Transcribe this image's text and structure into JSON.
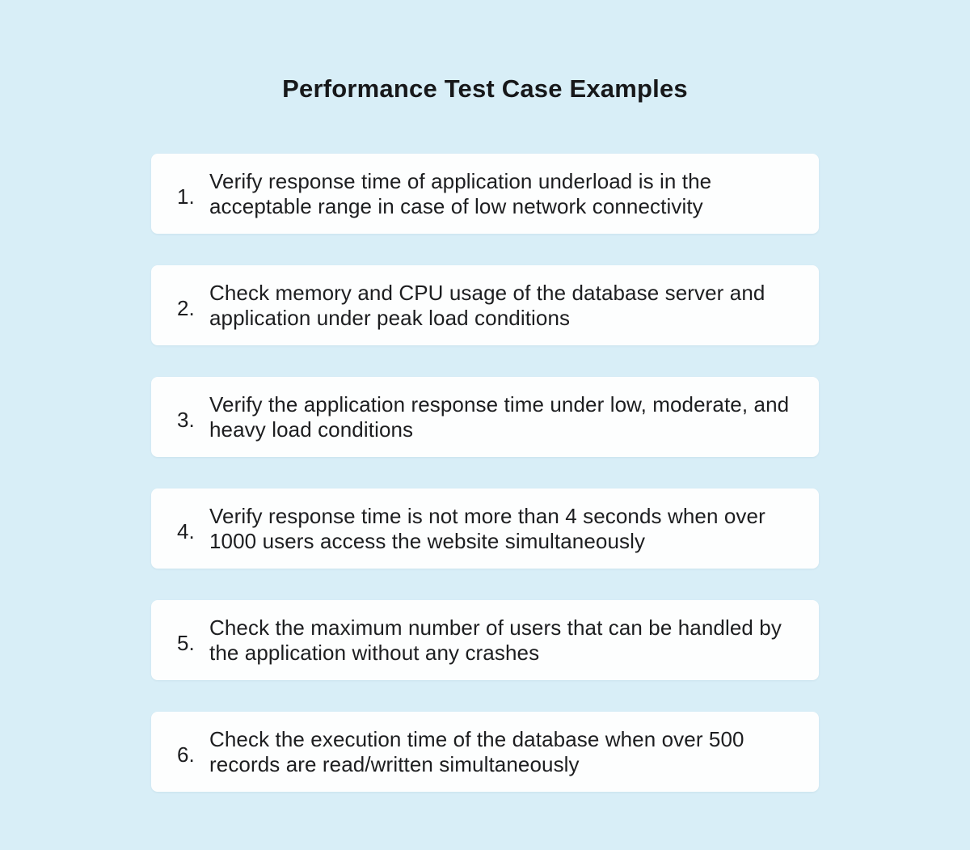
{
  "title": "Performance Test Case Examples",
  "colors": {
    "background": "#d8eef7",
    "card": "#fdfefe",
    "text": "#1d1e20"
  },
  "items": [
    {
      "number": "1.",
      "text": "Verify response time of application underload is in the acceptable range in case of low network connectivity"
    },
    {
      "number": "2.",
      "text": "Check memory and CPU usage of the database server and application under peak load conditions"
    },
    {
      "number": "3.",
      "text": "Verify the application response time under low, moderate, and heavy load conditions"
    },
    {
      "number": "4.",
      "text": "Verify response time is not more than 4 seconds when over 1000 users access the website simultaneously"
    },
    {
      "number": "5.",
      "text": "Check the maximum number of users that can be handled by the application without any crashes"
    },
    {
      "number": "6.",
      "text": "Check the execution time of the database when over 500 records are read/written simultaneously"
    }
  ]
}
